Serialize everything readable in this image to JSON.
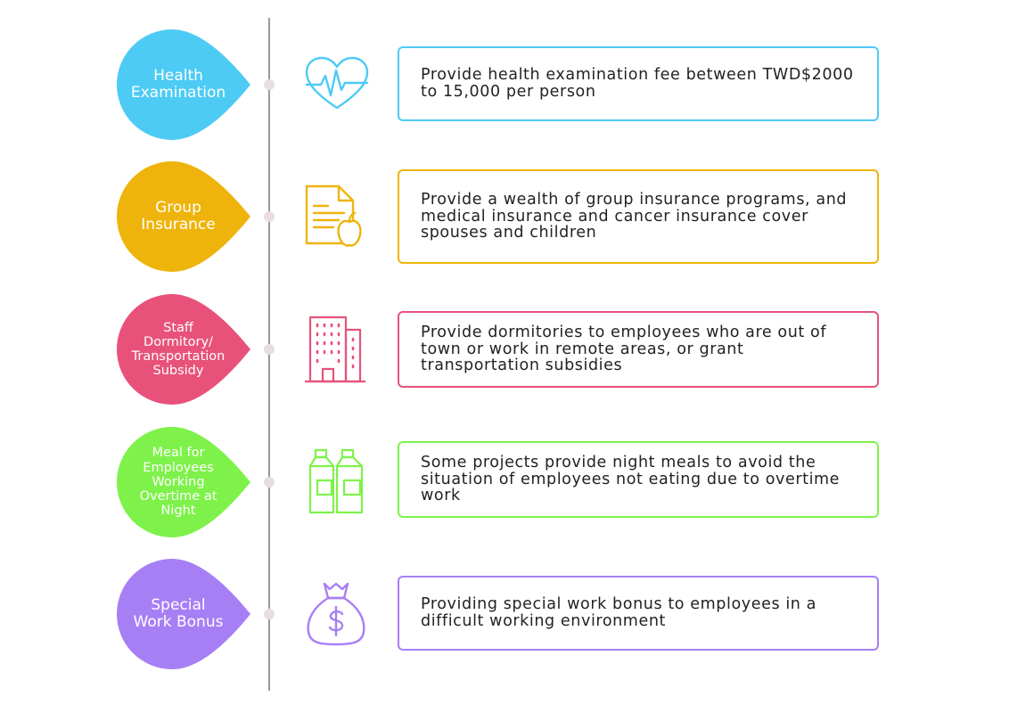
{
  "items": [
    {
      "label": "Health\nExamination",
      "description": "Provide health examination fee between TWD$2000 to 15,000 per person",
      "color": "#4dcbf5",
      "icon": "heart-pulse-icon"
    },
    {
      "label": "Group\nInsurance",
      "description": "Provide a wealth of group insurance programs, and medical insurance and cancer insurance cover spouses and children",
      "color": "#efb40c",
      "icon": "document-apple-icon"
    },
    {
      "label": "Staff\nDormitory/\nTransportation\nSubsidy",
      "description": "Provide dormitories to employees who are out of town or work in remote areas, or grant transportation subsidies",
      "color": "#e8527a",
      "icon": "building-icon"
    },
    {
      "label": "Meal for\nEmployees\nWorking\nOvertime at\nNight",
      "description": "Some projects provide night meals to avoid the situation of employees not eating due to overtime work",
      "color": "#7ef24a",
      "icon": "meal-boxes-icon"
    },
    {
      "label": "Special\nWork Bonus",
      "description": "Providing special work bonus to employees in a difficult working environment",
      "color": "#a77ff5",
      "icon": "money-bag-icon"
    }
  ]
}
